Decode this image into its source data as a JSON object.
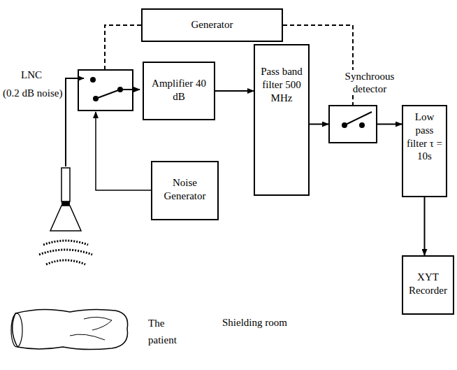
{
  "diagram": {
    "nodes": [
      {
        "text": [
          "Generator"
        ]
      },
      {
        "text": [
          "Amplifier 40 dB"
        ]
      },
      {
        "text": [
          "Pass band filter 500 MHz"
        ]
      },
      {
        "text": [
          "Synchroous detector"
        ]
      },
      {
        "text": [
          "Low pass filter τ = 10s"
        ]
      },
      {
        "text": [
          "Noise Generator"
        ]
      },
      {
        "text": [
          "XYT Recorder"
        ]
      }
    ],
    "edges": [
      {
        "from": 1,
        "to": 2,
        "arrow": "to"
      },
      {
        "from": 2,
        "to": 3,
        "arrow": "to"
      },
      {
        "from": 3,
        "to": 4,
        "arrow": "to"
      },
      {
        "from": 4,
        "to": 6,
        "arrow": "to"
      },
      {
        "from": 0,
        "to": 3,
        "arrow": "none"
      }
    ],
    "labels": [
      "LNC",
      "(0.2 dB noise)",
      "The patient",
      "Shielding room"
    ]
  }
}
